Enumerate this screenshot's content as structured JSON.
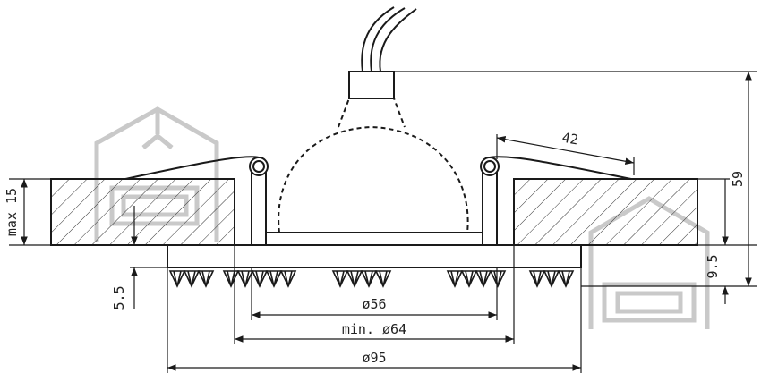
{
  "drawing": {
    "dim_diameter_56": "ø56",
    "dim_min_diameter_64": "min. ø64",
    "dim_diameter_95": "ø95",
    "dim_max_15": "max 15",
    "dim_5_5": "5.5",
    "dim_9_5": "9.5",
    "dim_59": "59",
    "dim_42": "42"
  },
  "colors": {
    "line": "#1a1a1a",
    "hatch": "#333333",
    "watermark": "#c9c9c9"
  },
  "icons": [
    "house-watermark-icon",
    "house-watermark-icon"
  ]
}
